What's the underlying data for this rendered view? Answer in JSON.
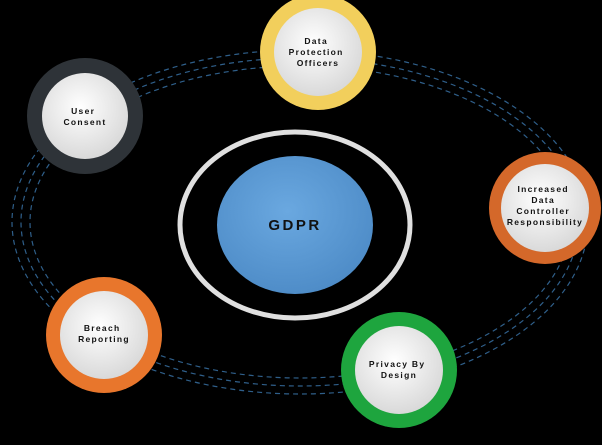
{
  "center": {
    "label": "GDPR",
    "fill_color": "#5b9bd5",
    "ring_color": "#e0e0e0"
  },
  "orbit_color": "#2f5f8a",
  "inner_circle_color": "#ebebeb",
  "nodes": [
    {
      "id": "user-consent",
      "lines": [
        "User",
        "Consent"
      ],
      "ring_color": "#2e3338"
    },
    {
      "id": "data-protection-officers",
      "lines": [
        "Data",
        "Protection",
        "Officers"
      ],
      "ring_color": "#f2cf5c"
    },
    {
      "id": "increased-data-controller-responsibility",
      "lines": [
        "Increased",
        "Data",
        "Controller",
        "Responsibility"
      ],
      "ring_color": "#d4682a"
    },
    {
      "id": "privacy-by-design",
      "lines": [
        "Privacy By",
        "Design"
      ],
      "ring_color": "#1ea53e"
    },
    {
      "id": "breach-reporting",
      "lines": [
        "Breach",
        "Reporting"
      ],
      "ring_color": "#e8762c"
    }
  ]
}
